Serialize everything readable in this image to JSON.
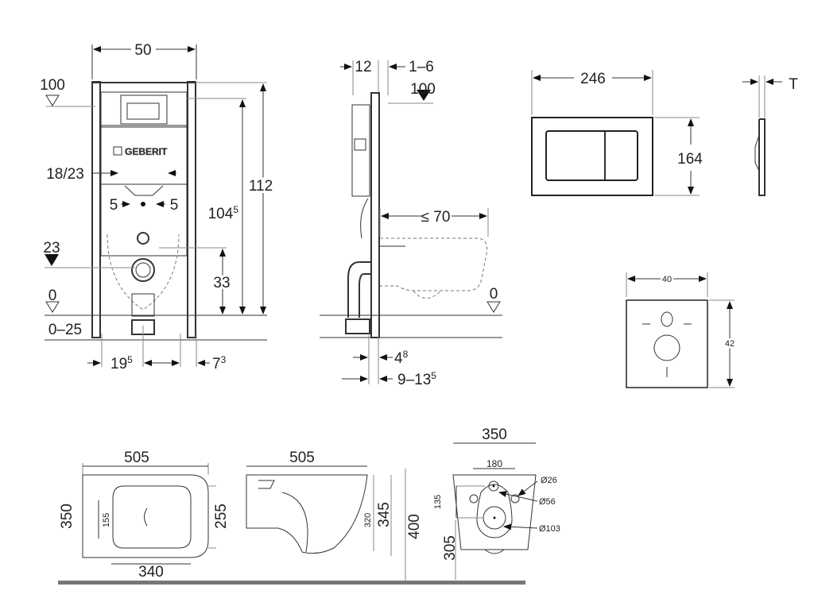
{
  "front_view": {
    "width": "50",
    "level_100": "100",
    "spacing_18_23": "18/23",
    "offset_left": "5",
    "offset_right": "5",
    "height_total": "112",
    "height_104": "104",
    "height_104_sup": "5",
    "level_23": "23",
    "height_33": "33",
    "level_0": "0",
    "range_0_25": "0–25",
    "dim_19": "19",
    "dim_19_sup": "5",
    "dim_7": "7",
    "dim_7_sup": "3",
    "brand_logo": "GEBERIT"
  },
  "side_view": {
    "dim_12": "12",
    "dim_1_6": "1–6",
    "level_100": "100",
    "max_70": "≤ 70",
    "level_0": "0",
    "dim_4": "4",
    "dim_4_sup": "8",
    "dim_9_13": "9–13",
    "dim_9_13_sup": "5"
  },
  "flush_plate": {
    "width": "246",
    "height": "164",
    "thickness": "T"
  },
  "sound_pad": {
    "width": "40",
    "height": "42"
  },
  "bowl_top": {
    "length": "505",
    "width": "350",
    "inner": "155",
    "seat_width": "255",
    "bottom_length": "340"
  },
  "bowl_side": {
    "length": "505",
    "height_320": "320",
    "height_345": "345",
    "height_400": "400"
  },
  "bowl_back": {
    "width": "350",
    "bolt_spacing": "180",
    "dia_26": "Ø26",
    "dia_56": "Ø56",
    "dia_103": "Ø103",
    "height_135": "135",
    "height_305": "305"
  }
}
